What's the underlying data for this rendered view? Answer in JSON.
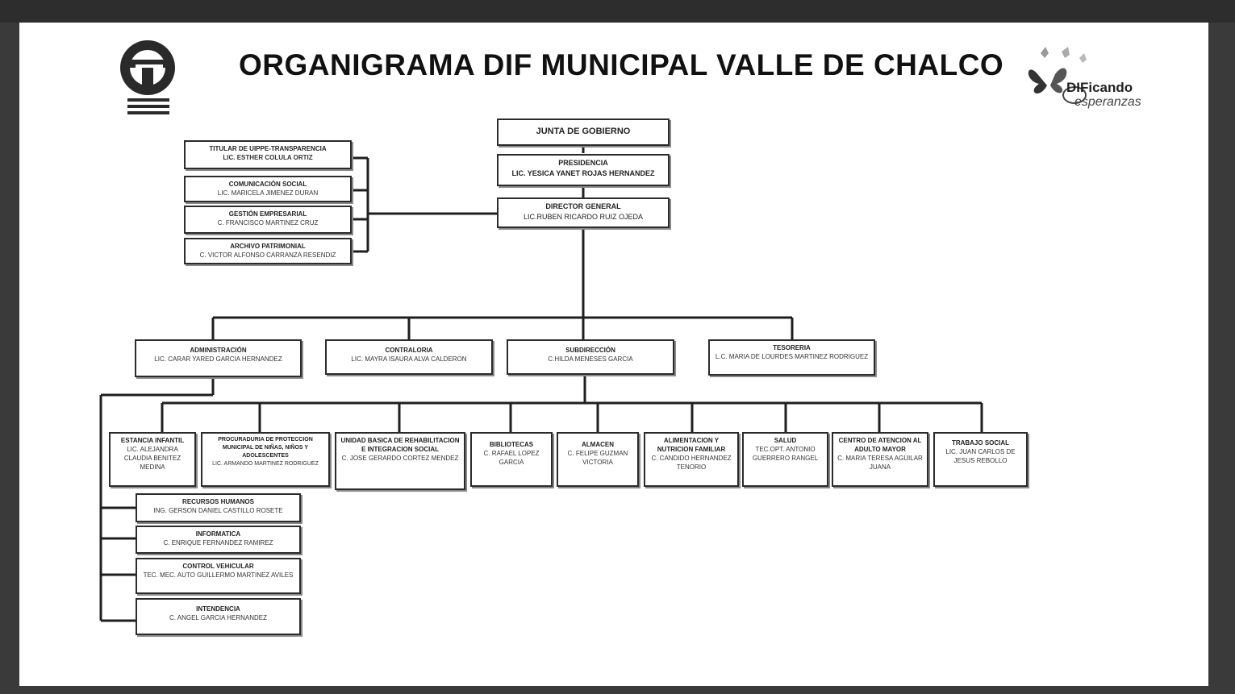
{
  "title": "ORGANIGRAMA DIF MUNICIPAL VALLE DE CHALCO",
  "right_logo": {
    "line1": "DIFicando",
    "line2": "esperanzas"
  },
  "colors": {
    "frame": "#3a3a3a",
    "slide": "#ffffff",
    "line": "#1f1f1f",
    "text": "#111111"
  },
  "org": {
    "junta": {
      "title": "JUNTA DE GOBIERNO"
    },
    "presidencia": {
      "title": "PRESIDENCIA",
      "name": "LIC. YESICA YANET ROJAS HERNANDEZ"
    },
    "director": {
      "title": "DIRECTOR GENERAL",
      "name": "LIC.RUBEN RICARDO RUIZ OJEDA"
    },
    "staff": [
      {
        "title": "TITULAR DE UIPPE-TRANSPARENCIA",
        "name": "LIC. ESTHER COLULA ORTIZ"
      },
      {
        "title": "COMUNICACIÓN SOCIAL",
        "name": "LIC. MARICELA JIMENEZ DURAN"
      },
      {
        "title": "GESTIÓN EMPRESARIAL",
        "name": "C. FRANCISCO MARTINEZ CRUZ"
      },
      {
        "title": "ARCHIVO PATRIMONIAL",
        "name": "C. VICTOR ALFONSO CARRANZA RESENDIZ"
      }
    ],
    "areas": [
      {
        "title": "ADMINISTRACIÓN",
        "name": "LIC. CARAR YARED GARCIA HERNANDEZ"
      },
      {
        "title": "CONTRALORIA",
        "name": "LIC. MAYRA ISAURA ALVA CALDERON"
      },
      {
        "title": "SUBDIRECCIÓN",
        "name": "C.HILDA MENESES GARCIA"
      },
      {
        "title": "TESORERIA",
        "name": "L.C. MARIA DE LOURDES MARTINEZ RODRIGUEZ"
      }
    ],
    "departments": [
      {
        "title": "ESTANCIA INFANTIL",
        "name": "LIC. ALEJANDRA CLAUDIA BENITEZ MEDINA"
      },
      {
        "title": "PROCURADURIA DE PROTECCION MUNICIPAL DE NIÑAS, NIÑOS Y ADOLESCENTES",
        "name": "LIC. ARMANDO MARTINEZ RODRIGUEZ"
      },
      {
        "title": "UNIDAD BASICA DE REHABILITACION E INTEGRACION SOCIAL",
        "name": "C. JOSE GERARDO CORTEZ MENDEZ"
      },
      {
        "title": "BIBLIOTECAS",
        "name": "C. RAFAEL LOPEZ GARCIA"
      },
      {
        "title": "ALMACEN",
        "name": "C. FELIPE GUZMAN VICTORIA"
      },
      {
        "title": "ALIMENTACION Y NUTRICION FAMILIAR",
        "name": "C. CANDIDO HERNANDEZ TENORIO"
      },
      {
        "title": "SALUD",
        "name": "TEC.OPT. ANTONIO GUERRERO RANGEL"
      },
      {
        "title": "CENTRO DE ATENCION AL ADULTO MAYOR",
        "name": "C. MARIA TERESA AGUILAR JUANA"
      },
      {
        "title": "TRABAJO SOCIAL",
        "name": "LIC. JUAN CARLOS DE JESUS REBOLLO"
      }
    ],
    "admin_units": [
      {
        "title": "RECURSOS HUMANOS",
        "name": "ING. GERSON DANIEL CASTILLO ROSETE"
      },
      {
        "title": "INFORMATICA",
        "name": "C. ENRIQUE FERNANDEZ RAMIREZ"
      },
      {
        "title": "CONTROL VEHICULAR",
        "name": "TEC. MEC. AUTO GUILLERMO MARTINEZ AVILES"
      },
      {
        "title": "INTENDENCIA",
        "name": "C. ANGEL GARCIA HERNANDEZ"
      }
    ]
  }
}
